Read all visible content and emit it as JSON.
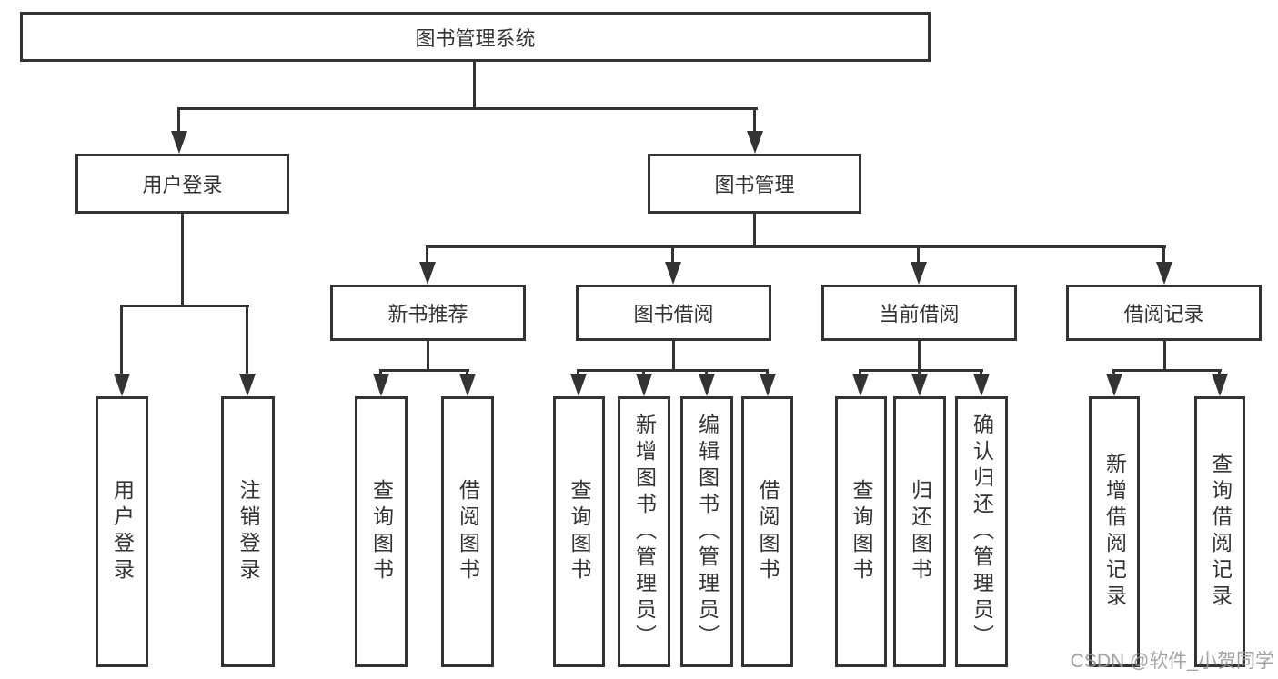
{
  "watermark": "CSDN @软件_小贺同学",
  "colors": {
    "line": "#333333",
    "text": "#333333",
    "box_background": "#ffffff",
    "watermark": "#989898"
  },
  "tree": {
    "root": "图书管理系统",
    "level2": [
      {
        "label": "用户登录",
        "children": [
          {
            "label": "用户登录"
          },
          {
            "label": "注销登录"
          }
        ]
      },
      {
        "label": "图书管理",
        "children": [
          {
            "label": "新书推荐",
            "children": [
              {
                "label": "查询图书"
              },
              {
                "label": "借阅图书"
              }
            ]
          },
          {
            "label": "图书借阅",
            "children": [
              {
                "label": "查询图书"
              },
              {
                "label": "新增图书（管理员）"
              },
              {
                "label": "编辑图书（管理员）"
              },
              {
                "label": "借阅图书"
              }
            ]
          },
          {
            "label": "当前借阅",
            "children": [
              {
                "label": "查询图书"
              },
              {
                "label": "归还图书"
              },
              {
                "label": "确认归还（管理员）"
              }
            ]
          },
          {
            "label": "借阅记录",
            "children": [
              {
                "label": "新增借阅记录"
              },
              {
                "label": "查询借阅记录"
              }
            ]
          }
        ]
      }
    ]
  }
}
